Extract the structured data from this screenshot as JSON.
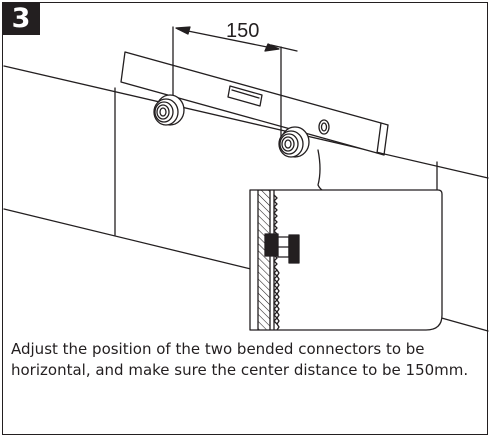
{
  "step_number": "3",
  "diagram": {
    "dimension_label": "150"
  },
  "caption": "Adjust the position of the two bended connectors to be horizontal, and make sure the center distance to be 150mm.",
  "colors": {
    "line": "#231f20",
    "badge_bg": "#231f20",
    "badge_text": "#ffffff"
  }
}
